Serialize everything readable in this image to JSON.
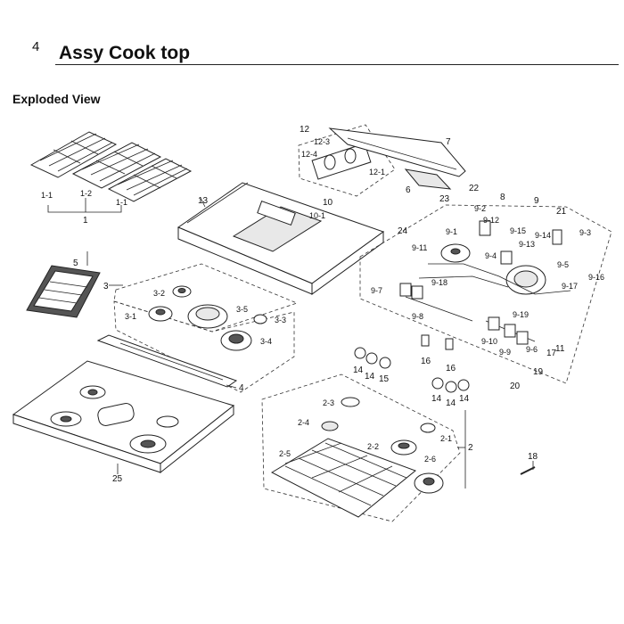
{
  "header": {
    "section_number": "4",
    "title": "Assy Cook top",
    "subtitle": "Exploded View"
  },
  "callouts": {
    "c1": "1",
    "c1_1a": "1-1",
    "c1_2": "1-2",
    "c1_1b": "1-1",
    "c2": "2",
    "c2_1": "2-1",
    "c2_2": "2-2",
    "c2_3": "2-3",
    "c2_4": "2-4",
    "c2_5": "2-5",
    "c2_6": "2-6",
    "c3": "3",
    "c3_1": "3-1",
    "c3_2": "3-2",
    "c3_3": "3-3",
    "c3_4": "3-4",
    "c3_5": "3-5",
    "c4": "4",
    "c5": "5",
    "c6": "6",
    "c7": "7",
    "c8": "8",
    "c9": "9",
    "c9_1": "9-1",
    "c9_2": "9-2",
    "c9_3": "9-3",
    "c9_4": "9-4",
    "c9_5": "9-5",
    "c9_6": "9-6",
    "c9_7": "9-7",
    "c9_8": "9-8",
    "c9_9": "9-9",
    "c9_10": "9-10",
    "c9_11": "9-11",
    "c9_12": "9-12",
    "c9_13": "9-13",
    "c9_14": "9-14",
    "c9_15": "9-15",
    "c9_16": "9-16",
    "c9_17": "9-17",
    "c9_18": "9-18",
    "c9_19": "9-19",
    "c10": "10",
    "c10_1": "10-1",
    "c11": "11",
    "c12": "12",
    "c12_1": "12-1",
    "c12_3": "12-3",
    "c12_4": "12-4",
    "c13": "13",
    "c14a": "14",
    "c14b": "14",
    "c14c": "14",
    "c14d": "14",
    "c14e": "14",
    "c15": "15",
    "c16a": "16",
    "c16b": "16",
    "c17": "17",
    "c18": "18",
    "c19": "19",
    "c20": "20",
    "c21": "21",
    "c22": "22",
    "c23": "23",
    "c24": "24",
    "c25": "25"
  }
}
